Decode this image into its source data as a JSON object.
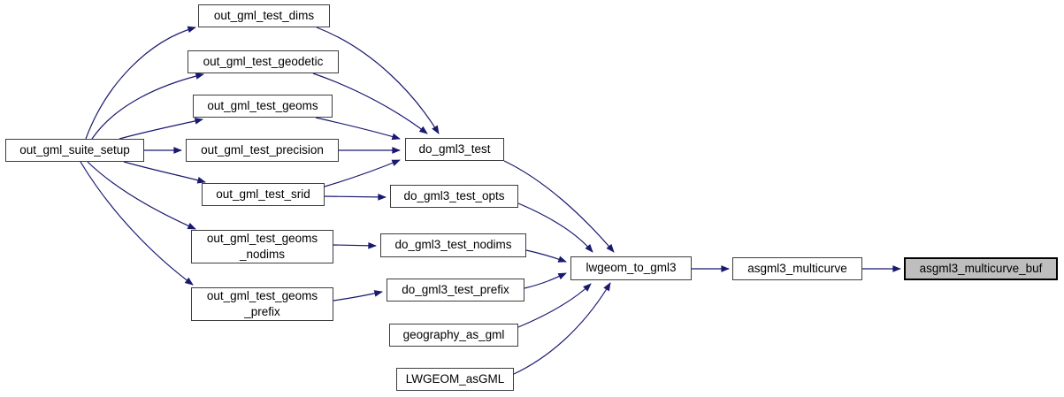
{
  "diagram": {
    "type": "doxygen-call-graph",
    "focus_function": "asgml3_multicurve_buf"
  },
  "theme": {
    "edge_color": "#191970",
    "node_border": "#3d3d3d",
    "node_fill": "#ffffff",
    "highlight_fill": "#bebebe",
    "highlight_border": "#000000",
    "text_color": "#000000",
    "bg": "#ffffff"
  },
  "nodes": [
    {
      "id": "out_gml_suite_setup",
      "label": "out_gml_suite_setup"
    },
    {
      "id": "out_gml_test_dims",
      "label": "out_gml_test_dims"
    },
    {
      "id": "out_gml_test_geodetic",
      "label": "out_gml_test_geodetic"
    },
    {
      "id": "out_gml_test_geoms",
      "label": "out_gml_test_geoms"
    },
    {
      "id": "out_gml_test_precision",
      "label": "out_gml_test_precision"
    },
    {
      "id": "out_gml_test_srid",
      "label": "out_gml_test_srid"
    },
    {
      "id": "out_gml_test_geoms_nodims",
      "line1": "out_gml_test_geoms",
      "line2": "_nodims"
    },
    {
      "id": "out_gml_test_geoms_prefix",
      "line1": "out_gml_test_geoms",
      "line2": "_prefix"
    },
    {
      "id": "do_gml3_test",
      "label": "do_gml3_test"
    },
    {
      "id": "do_gml3_test_opts",
      "label": "do_gml3_test_opts"
    },
    {
      "id": "do_gml3_test_nodims",
      "label": "do_gml3_test_nodims"
    },
    {
      "id": "do_gml3_test_prefix",
      "label": "do_gml3_test_prefix"
    },
    {
      "id": "geography_as_gml",
      "label": "geography_as_gml"
    },
    {
      "id": "LWGEOM_asGML",
      "label": "LWGEOM_asGML"
    },
    {
      "id": "lwgeom_to_gml3",
      "label": "lwgeom_to_gml3"
    },
    {
      "id": "asgml3_multicurve",
      "label": "asgml3_multicurve"
    },
    {
      "id": "asgml3_multicurve_buf",
      "label": "asgml3_multicurve_buf",
      "highlighted": true
    }
  ],
  "edges": [
    {
      "from": "out_gml_suite_setup",
      "to": "out_gml_test_dims"
    },
    {
      "from": "out_gml_suite_setup",
      "to": "out_gml_test_geodetic"
    },
    {
      "from": "out_gml_suite_setup",
      "to": "out_gml_test_geoms"
    },
    {
      "from": "out_gml_suite_setup",
      "to": "out_gml_test_precision"
    },
    {
      "from": "out_gml_suite_setup",
      "to": "out_gml_test_srid"
    },
    {
      "from": "out_gml_suite_setup",
      "to": "out_gml_test_geoms_nodims"
    },
    {
      "from": "out_gml_suite_setup",
      "to": "out_gml_test_geoms_prefix"
    },
    {
      "from": "out_gml_test_dims",
      "to": "do_gml3_test"
    },
    {
      "from": "out_gml_test_geodetic",
      "to": "do_gml3_test"
    },
    {
      "from": "out_gml_test_geoms",
      "to": "do_gml3_test"
    },
    {
      "from": "out_gml_test_precision",
      "to": "do_gml3_test"
    },
    {
      "from": "out_gml_test_srid",
      "to": "do_gml3_test"
    },
    {
      "from": "out_gml_test_srid",
      "to": "do_gml3_test_opts"
    },
    {
      "from": "out_gml_test_geoms_nodims",
      "to": "do_gml3_test_nodims"
    },
    {
      "from": "out_gml_test_geoms_prefix",
      "to": "do_gml3_test_prefix"
    },
    {
      "from": "do_gml3_test",
      "to": "lwgeom_to_gml3"
    },
    {
      "from": "do_gml3_test_opts",
      "to": "lwgeom_to_gml3"
    },
    {
      "from": "do_gml3_test_nodims",
      "to": "lwgeom_to_gml3"
    },
    {
      "from": "do_gml3_test_prefix",
      "to": "lwgeom_to_gml3"
    },
    {
      "from": "geography_as_gml",
      "to": "lwgeom_to_gml3"
    },
    {
      "from": "LWGEOM_asGML",
      "to": "lwgeom_to_gml3"
    },
    {
      "from": "lwgeom_to_gml3",
      "to": "asgml3_multicurve"
    },
    {
      "from": "asgml3_multicurve",
      "to": "asgml3_multicurve_buf"
    }
  ]
}
